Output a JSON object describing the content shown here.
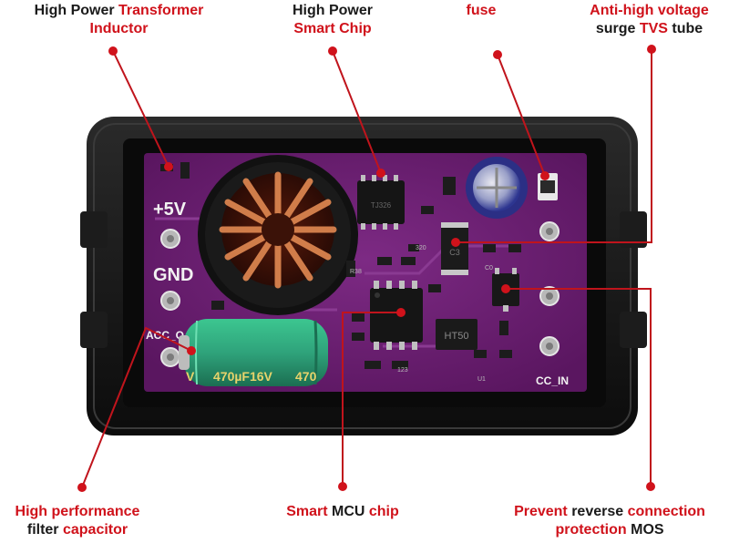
{
  "labels": {
    "transformer": [
      {
        "text": "High Power ",
        "red": false
      },
      {
        "text": "Transformer",
        "red": true
      },
      {
        "text": "Inductor",
        "red": true,
        "newline": true
      }
    ],
    "smartchip": [
      {
        "text": "High Power",
        "red": false
      },
      {
        "text": "Smart Chip",
        "red": true,
        "newline": true
      }
    ],
    "fuse": [
      {
        "text": "fuse",
        "red": true
      }
    ],
    "tvs": [
      {
        "text": "Anti-high voltage",
        "red": true
      },
      {
        "text": "surge ",
        "red": false,
        "newline": true
      },
      {
        "text": "TVS",
        "red": true
      },
      {
        "text": " tube",
        "red": false
      }
    ],
    "capacitor": [
      {
        "text": "High performance",
        "red": true
      },
      {
        "text": "filter ",
        "red": false,
        "newline": true
      },
      {
        "text": "capacitor",
        "red": true
      }
    ],
    "mcu": [
      {
        "text": "Smart ",
        "red": true
      },
      {
        "text": "MCU",
        "red": false
      },
      {
        "text": " chip",
        "red": true
      }
    ],
    "mos": [
      {
        "text": "Prevent ",
        "red": true
      },
      {
        "text": "reverse",
        "red": false
      },
      {
        "text": " connection",
        "red": true
      },
      {
        "text": "protection ",
        "red": true,
        "newline": true
      },
      {
        "text": "MOS",
        "red": false
      }
    ]
  },
  "board": {
    "silk_5v": "+5V",
    "silk_gnd": "GND",
    "silk_acc_out": "ACC_O",
    "silk_acc_in": "CC_IN",
    "capacitor_marking": "470µF16V",
    "capacitor_marking_2": "470",
    "capacitor_marking_left": "V",
    "mos_chip_marking": "HT50",
    "diode_marking": "C3",
    "smart_chip_marking": "TJ326",
    "resistor_marking": "R38",
    "resistor_marking_2": "320",
    "comp_marking_1": "C0",
    "comp_marking_2": "123",
    "comp_marking_3": "U1"
  },
  "colors": {
    "red_accent": "#d0121b",
    "text_dark": "#1a1a1a",
    "pcb_purple": "#6e1f74",
    "case_black": "#141414",
    "capacitor_green": "#2fa37b"
  }
}
